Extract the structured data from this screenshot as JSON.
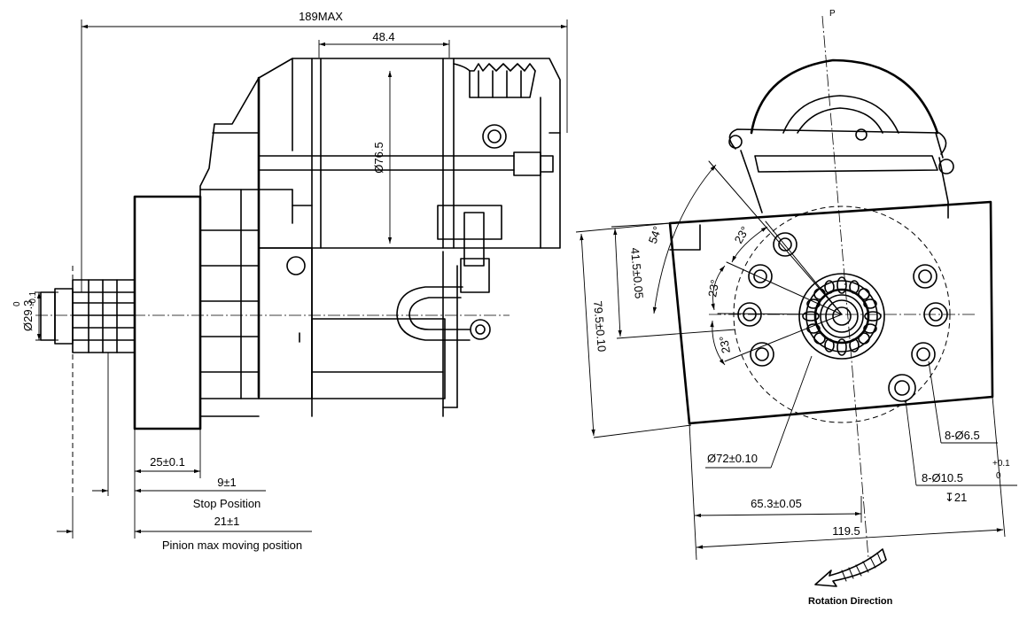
{
  "side_view": {
    "overall_length": "189MAX",
    "body_length": "48.4",
    "body_diameter": "Ø76.5",
    "pinion_dia_main": "Ø29.3",
    "pinion_dia_tol_upper": "0",
    "pinion_dia_tol_lower": "-0.1",
    "flange_thickness": "25±0.1",
    "stop_dim": "9±1",
    "stop_label": "Stop Position",
    "max_dim": "21±1",
    "max_label": "Pinion max moving position"
  },
  "front_view": {
    "axis_marker": "P",
    "angle_54": "54°",
    "angle_23_top": "23°",
    "angle_23_mid": "23°",
    "angle_23_low": "23°",
    "dim_41": "41.5±0.05",
    "dim_79": "79.5±0.10",
    "pcd": "Ø72±0.10",
    "hole_small": "8-Ø6.5",
    "hole_large_main": "8-Ø10.5",
    "hole_large_tol_upper": "+0.1",
    "hole_large_tol_lower": "0",
    "hole_depth": "↧21",
    "dim_65": "65.3±0.05",
    "dim_119": "119.5",
    "rotation_label": "Rotation Direction"
  }
}
